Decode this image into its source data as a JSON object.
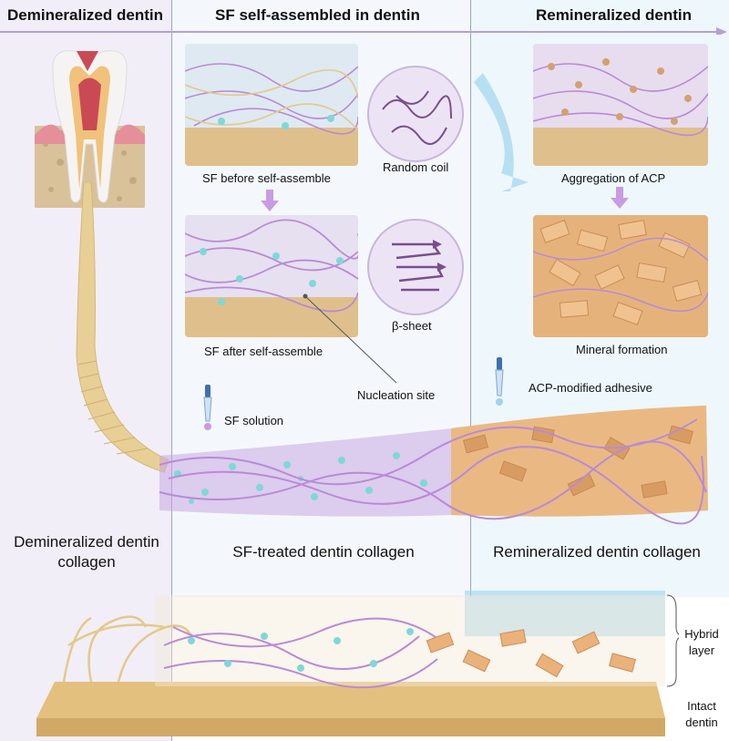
{
  "headers": {
    "left": "Demineralized dentin",
    "middle": "SF self-assembled in dentin",
    "right": "Remineralized dentin"
  },
  "labels": {
    "sf_before": "SF before self-assemble",
    "random_coil": "Random coil",
    "sf_after": "SF after self-assemble",
    "beta_sheet": "β-sheet",
    "nucleation_site": "Nucleation site",
    "sf_solution": "SF solution",
    "aggregation_acp": "Aggregation of ACP",
    "mineral_formation": "Mineral formation",
    "acp_adhesive": "ACP-modified adhesive"
  },
  "captions": {
    "demin_collagen_line1": "Demineralized dentin",
    "demin_collagen_line2": "collagen",
    "sf_treated": "SF-treated dentin collagen",
    "remin_collagen": "Remineralized dentin collagen"
  },
  "bottom": {
    "hybrid_line1": "Hybrid",
    "hybrid_line2": "layer",
    "intact_line1": "Intact",
    "intact_line2": "dentin"
  },
  "colors": {
    "fiber_purple": "#b98ad6",
    "fiber_yellow": "#e3c98a",
    "site_cyan": "#7fd8d8",
    "mineral_tan": "#e8b07a",
    "dentin_base": "#e3c07e",
    "arrow_blue": "#9fd4ee",
    "header_line": "#b49fd8"
  }
}
